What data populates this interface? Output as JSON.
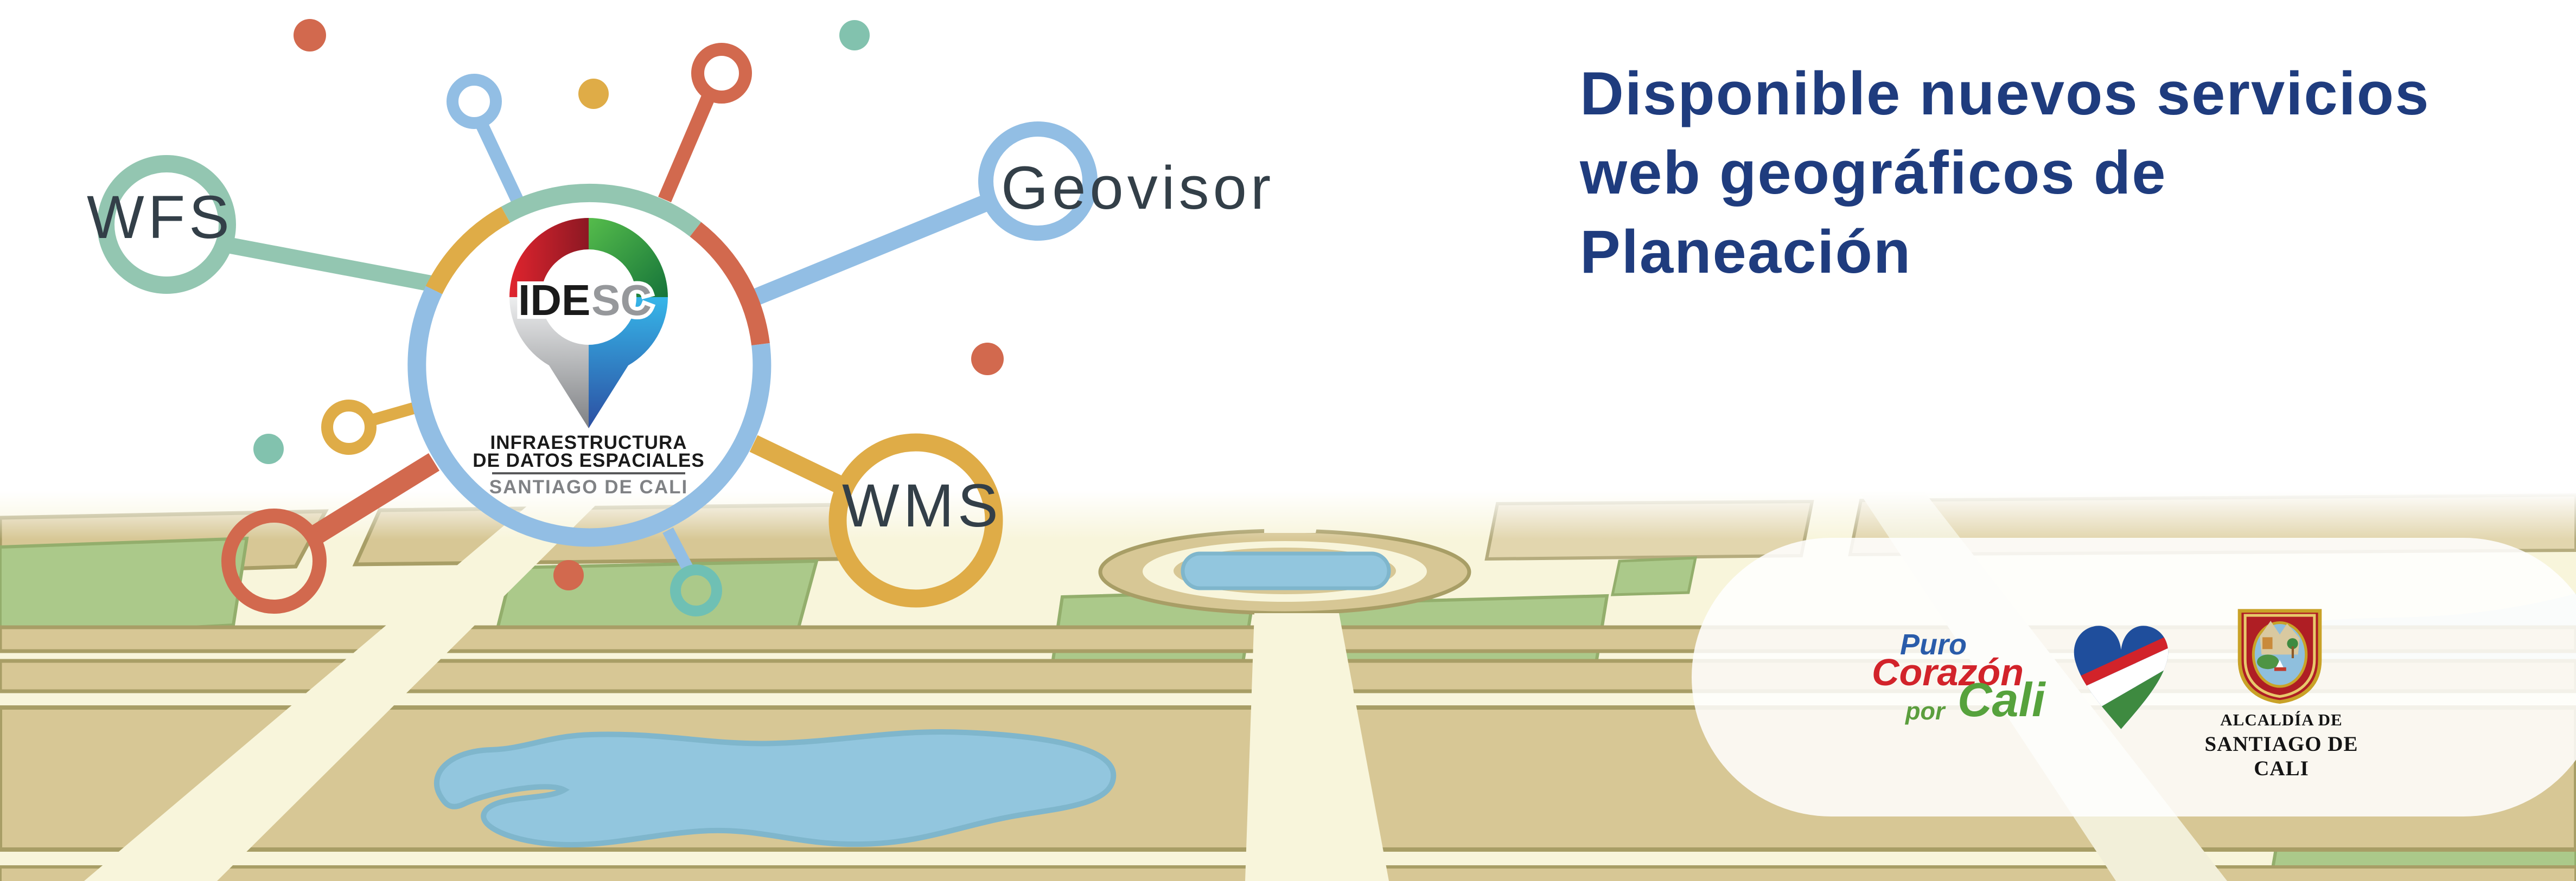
{
  "header": {
    "title_lines": [
      "Disponible nuevos servicios",
      "web geográficos de",
      "Planeación"
    ],
    "title_color": "#1F3C7E"
  },
  "network": {
    "wfs_label": "WFS",
    "geovisor_label": "Geovisor",
    "wms_label": "WMS",
    "label_color": "#333F48",
    "node_colors": {
      "wfs_teal": "#93C6B1",
      "geovisor_blue": "#92BEE4",
      "wms_yellow": "#DFAC47",
      "accent_salmon": "#D2694E",
      "accent_teal": "#6FC0B4"
    }
  },
  "idesc": {
    "acronym_ide": "IDE",
    "acronym_sc": "SC",
    "line1": "INFRAESTRUCTURA",
    "line2": "DE DATOS ESPACIALES",
    "line3": "SANTIAGO DE CALI",
    "pin_colors": {
      "red": "#C9202C",
      "green": "#2F9A3D",
      "blue": "#2D8FD0",
      "silver": "#B7B9BC"
    }
  },
  "map": {
    "colors": {
      "road_cream": "#F8F5DB",
      "block_tan": "#D7C795",
      "block_border": "#A89E66",
      "park_green": "#ABC98A",
      "water_blue": "#92C6DE"
    }
  },
  "badges": {
    "puro": "Puro",
    "corazon": "Corazón",
    "por": "por",
    "cali": "Cali",
    "puro_colors": {
      "puro": "#2A5CAA",
      "corazon": "#D2232A",
      "por": "#5B9E3D",
      "cali": "#56A23C",
      "heart_navy": "#1F4E9C",
      "heart_red": "#D2232A",
      "heart_green": "#3E8A40"
    },
    "alcaldia_line1": "ALCALDÍA DE",
    "alcaldia_line2": "SANTIAGO DE CALI"
  }
}
